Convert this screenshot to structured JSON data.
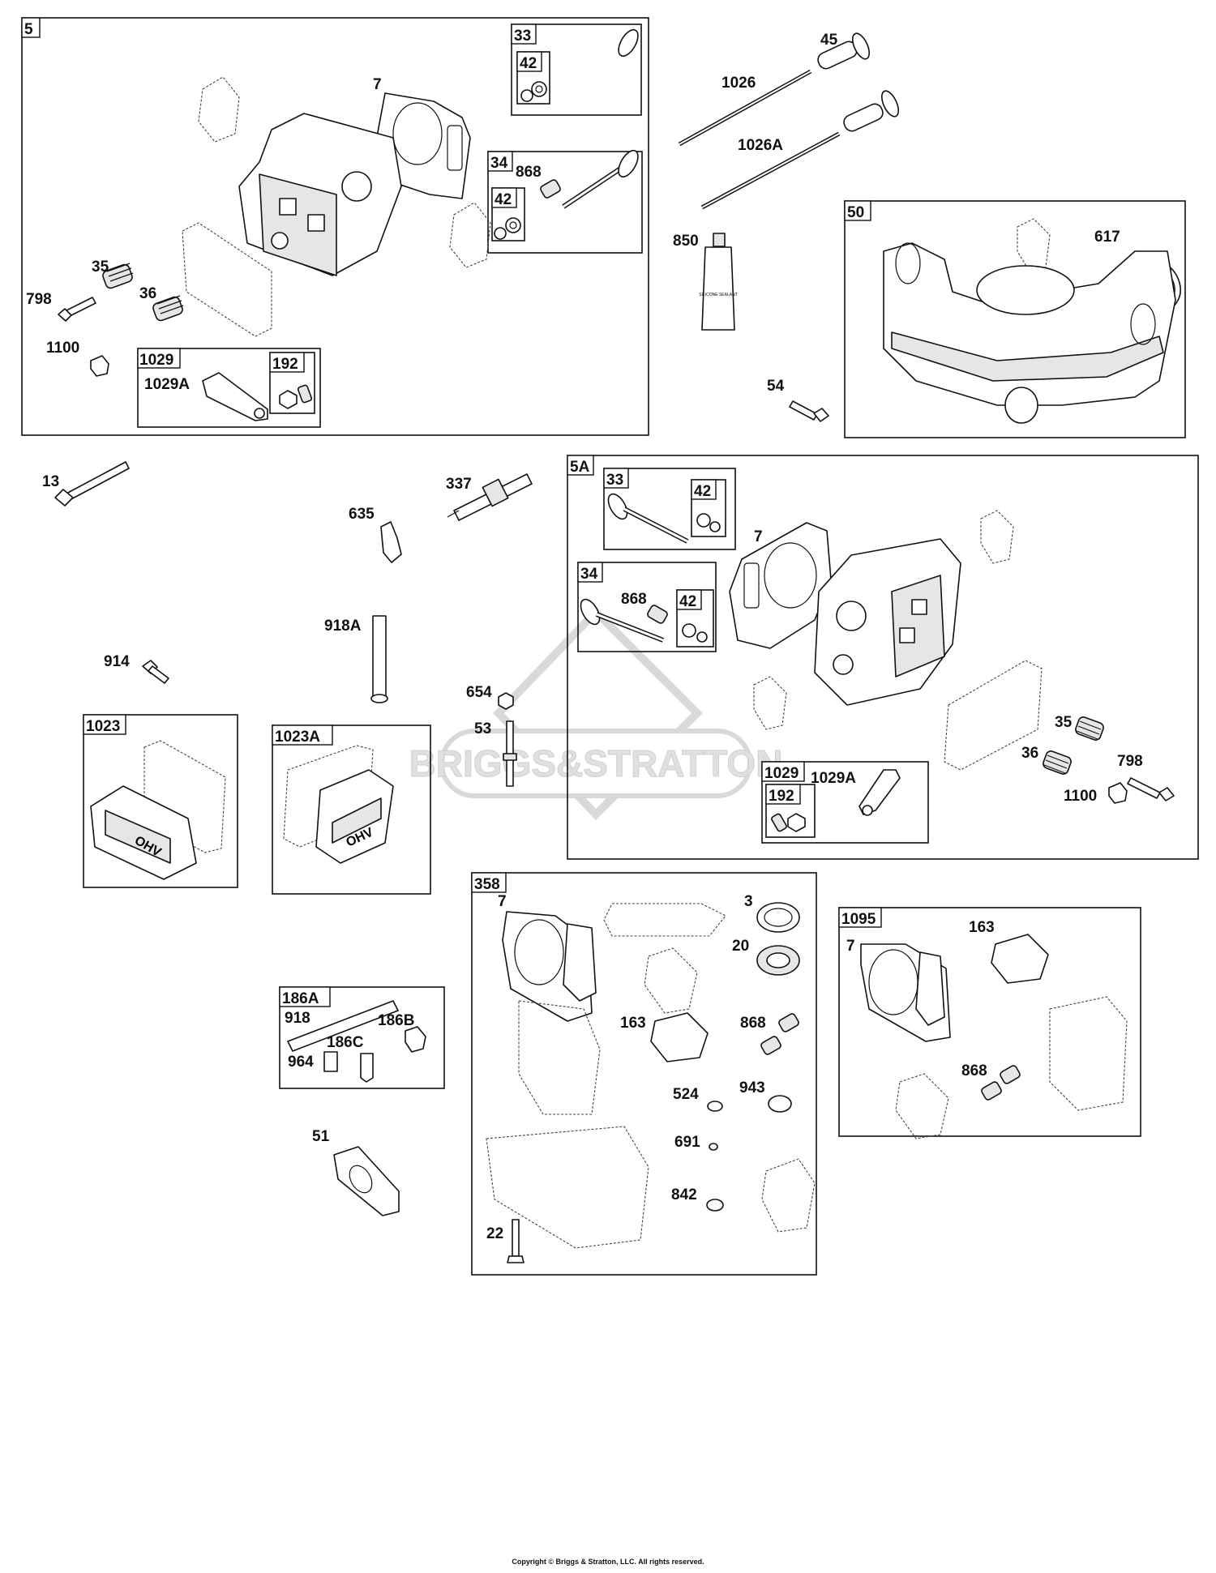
{
  "watermark": "BRIGGS&STRATTON",
  "copyright": "Copyright © Briggs & Stratton, LLC. All rights reserved.",
  "groups": {
    "g5": "5",
    "g5_33": "33",
    "g5_42a": "42",
    "g5_34": "34",
    "g5_42b": "42",
    "g5_1029": "1029",
    "g5_192": "192",
    "g50": "50",
    "g5A": "5A",
    "g5A_33": "33",
    "g5A_42a": "42",
    "g5A_34": "34",
    "g5A_42b": "42",
    "g5A_1029": "1029",
    "g5A_192": "192",
    "g1023": "1023",
    "g1023A": "1023A",
    "g186A": "186A",
    "g358": "358",
    "g1095": "1095"
  },
  "labels": {
    "l7a": "7",
    "l868a": "868",
    "l35a": "35",
    "l798a": "798",
    "l36a": "36",
    "l1100a": "1100",
    "l1029Aa": "1029A",
    "l45": "45",
    "l1026": "1026",
    "l1026A": "1026A",
    "l850": "850",
    "l617": "617",
    "l54": "54",
    "l13": "13",
    "l337": "337",
    "l635": "635",
    "l7b": "7",
    "l868b": "868",
    "l918A": "918A",
    "l914": "914",
    "l654": "654",
    "l53": "53",
    "l35b": "35",
    "l36b": "36",
    "l798b": "798",
    "l1100b": "1100",
    "l1029Ab": "1029A",
    "l7c": "7",
    "l3": "3",
    "l20": "20",
    "l163a": "163",
    "l868c": "868",
    "l524": "524",
    "l943": "943",
    "l691": "691",
    "l842": "842",
    "l22": "22",
    "l7d": "7",
    "l163b": "163",
    "l868d": "868",
    "l918": "918",
    "l186B": "186B",
    "l186C": "186C",
    "l964": "964",
    "l51": "51"
  },
  "tube_text": "SILICONE SEALANT",
  "cover_text": "OHV"
}
